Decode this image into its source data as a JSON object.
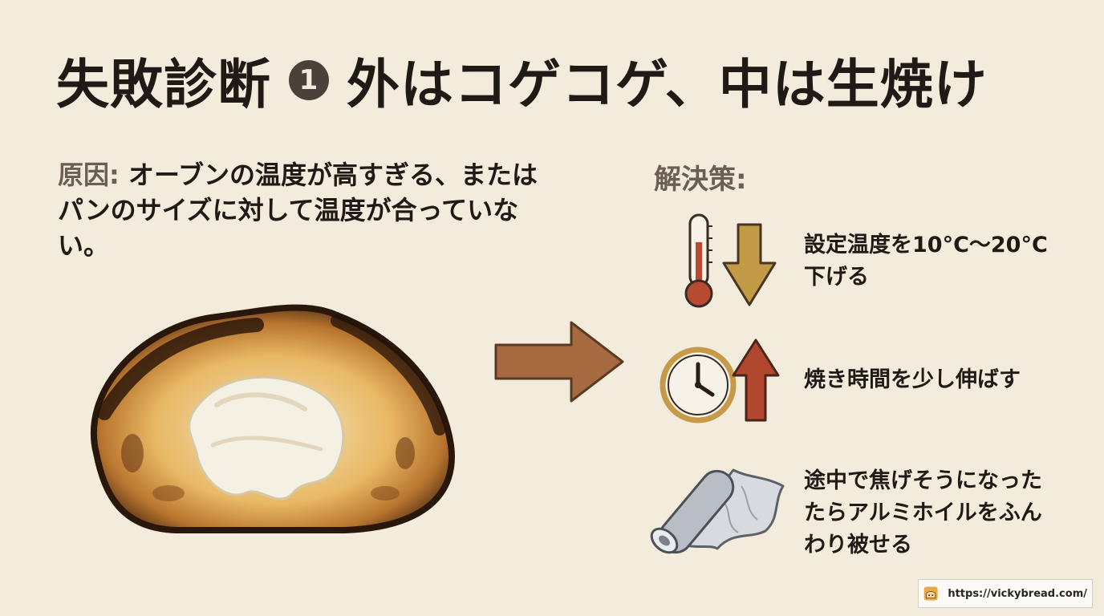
{
  "title": {
    "prefix": "失敗診断",
    "number": "1",
    "text": "外はコゲコゲ、中は生焼け"
  },
  "cause": {
    "label": "原因:",
    "text": "オーブンの温度が高すぎる、またはパンのサイズに対して温度が合っていない。"
  },
  "solution": {
    "label": "解決策:",
    "items": [
      {
        "icon": "thermometer-down-icon",
        "text": "設定温度を10°C〜20°C\n下げる"
      },
      {
        "icon": "clock-up-icon",
        "text": "焼き時間を少し伸ばす"
      },
      {
        "icon": "aluminum-foil-icon",
        "text": "途中で焦げそうになった\nたらアルミホイルをふん\nわり被せる"
      }
    ]
  },
  "footer": {
    "url": "https://vickybread.com/"
  },
  "colors": {
    "background": "#f3ebdc",
    "text": "#1f1a15",
    "label": "#6b5e55",
    "arrow": "#a56a3f",
    "down-arrow": "#c39a45",
    "up-arrow": "#b2472f"
  }
}
